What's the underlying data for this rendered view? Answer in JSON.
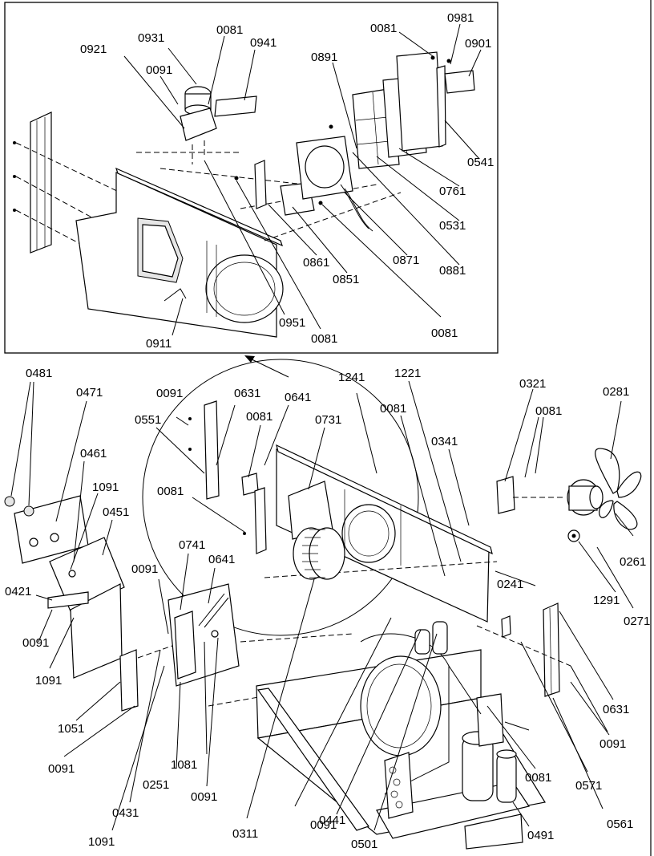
{
  "diagram": {
    "title": "",
    "inset_labels": [
      "0931",
      "0081",
      "0941",
      "0921",
      "0091",
      "0081",
      "0981",
      "0901",
      "0891",
      "0541",
      "0761",
      "0531",
      "0871",
      "0881",
      "0861",
      "0851",
      "0081",
      "0951",
      "0081",
      "0911"
    ],
    "main_labels": [
      "0481",
      "0471",
      "0461",
      "1091",
      "0451",
      "0421",
      "0091",
      "1091",
      "1051",
      "0091",
      "0091",
      "0631",
      "0551",
      "0081",
      "0641",
      "0731",
      "1241",
      "1221",
      "0081",
      "0341",
      "0321",
      "0081",
      "0281",
      "0081",
      "0741",
      "0641",
      "0091",
      "0241",
      "0261",
      "1291",
      "0271",
      "0631",
      "0091",
      "0571",
      "0561",
      "0081",
      "0491",
      "0501",
      "0091",
      "0441",
      "0311",
      "0251",
      "1081",
      "0091",
      "0431",
      "1091"
    ]
  }
}
